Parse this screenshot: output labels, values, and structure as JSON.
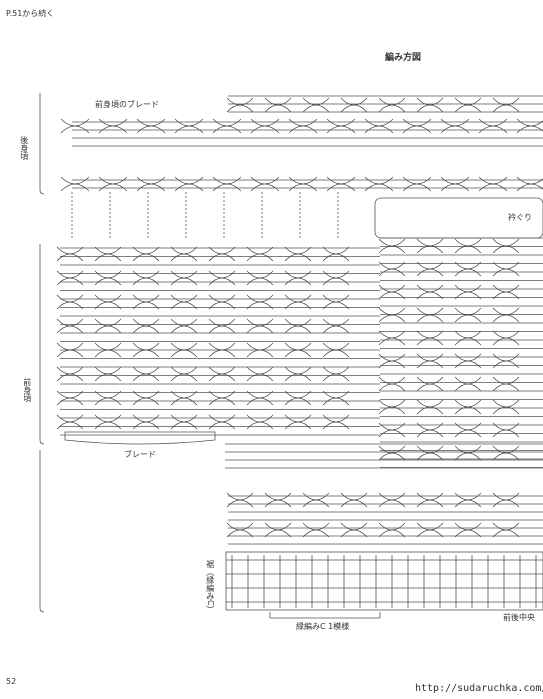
{
  "header": {
    "continued_from": "P.51から続く",
    "title": "編み方図"
  },
  "labels": {
    "back_body": "後身頃",
    "front_body": "前身頃",
    "front_braid": "前身頃のブレード",
    "braid": "ブレード",
    "neckline": "衿ぐり",
    "hem": "裾（縁編みC）",
    "edge_pattern": "縁編みC 1模様",
    "center_front_back": "前後中央"
  },
  "footer": {
    "page_number": "52",
    "watermark_url": "http://sudaruchka.com/"
  }
}
